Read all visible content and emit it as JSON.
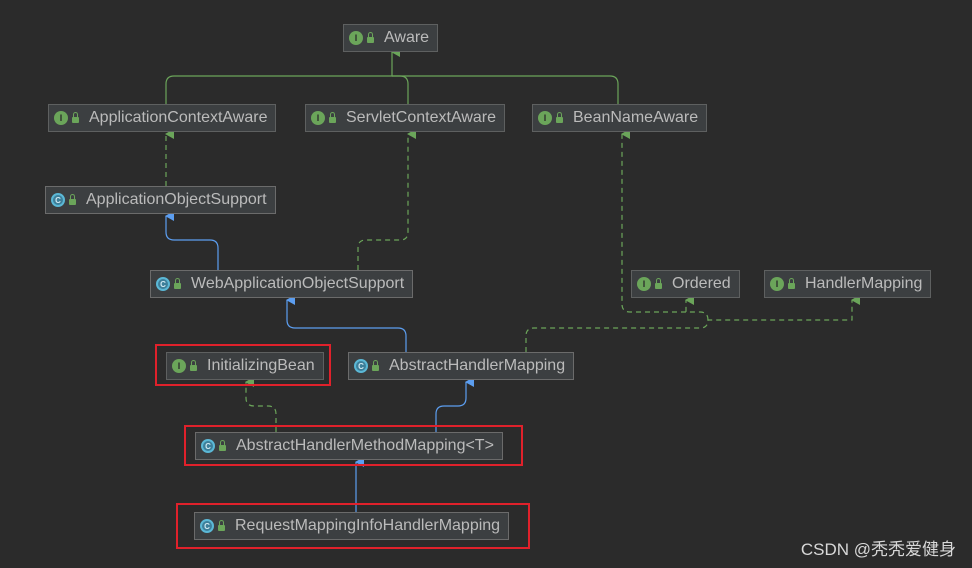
{
  "nodes": {
    "aware": {
      "label": "Aware",
      "kind": "I"
    },
    "application_context_aware": {
      "label": "ApplicationContextAware",
      "kind": "I"
    },
    "servlet_context_aware": {
      "label": "ServletContextAware",
      "kind": "I"
    },
    "bean_name_aware": {
      "label": "BeanNameAware",
      "kind": "I"
    },
    "application_object_support": {
      "label": "ApplicationObjectSupport",
      "kind": "C"
    },
    "web_application_object_support": {
      "label": "WebApplicationObjectSupport",
      "kind": "C"
    },
    "ordered": {
      "label": "Ordered",
      "kind": "I"
    },
    "handler_mapping": {
      "label": "HandlerMapping",
      "kind": "I"
    },
    "initializing_bean": {
      "label": "InitializingBean",
      "kind": "I"
    },
    "abstract_handler_mapping": {
      "label": "AbstractHandlerMapping",
      "kind": "C"
    },
    "abstract_handler_method_mapping": {
      "label": "AbstractHandlerMethodMapping<T>",
      "kind": "C"
    },
    "request_mapping_info_handler_mapping": {
      "label": "RequestMappingInfoHandlerMapping",
      "kind": "C"
    }
  },
  "colors": {
    "background": "#2b2b2b",
    "interface_edge": "#6ba55a",
    "extends_edge": "#5c9ef0",
    "highlight": "#e0212b"
  },
  "watermark": "CSDN @秃秃爱健身"
}
